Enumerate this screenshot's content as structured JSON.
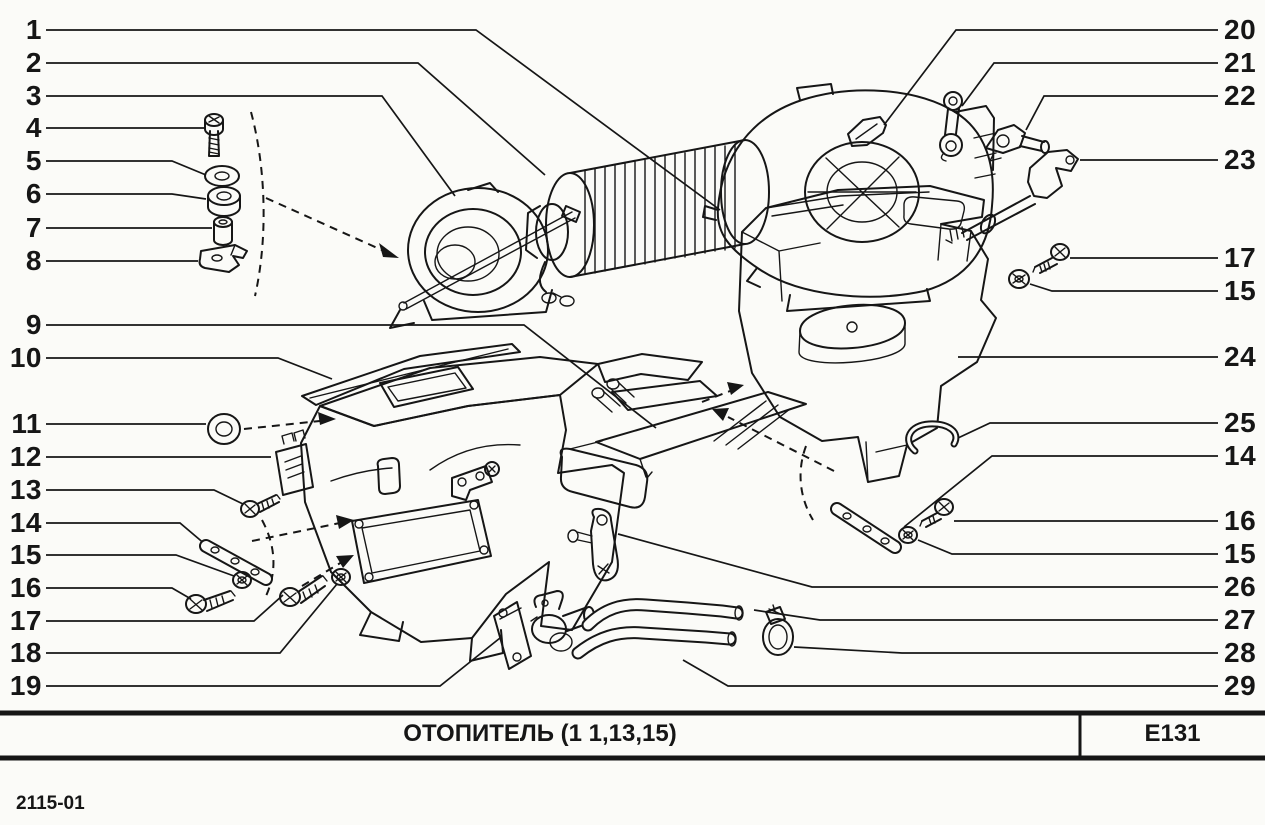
{
  "theme": {
    "ink": "#161616",
    "paper": "#fbfbf8"
  },
  "figure": {
    "caption": "ОТОПИТЕЛЬ (1 1,13,15)",
    "sheet_code": "Е131",
    "catalog_code": "2115-01"
  },
  "callouts": {
    "left": [
      "1",
      "2",
      "3",
      "4",
      "5",
      "6",
      "7",
      "8",
      "9",
      "10",
      "11",
      "12",
      "13",
      "14",
      "15",
      "16",
      "17",
      "18",
      "19"
    ],
    "right": [
      "20",
      "21",
      "22",
      "23",
      "17",
      "15",
      "24",
      "25",
      "14",
      "16",
      "15",
      "26",
      "27",
      "28",
      "29"
    ]
  }
}
